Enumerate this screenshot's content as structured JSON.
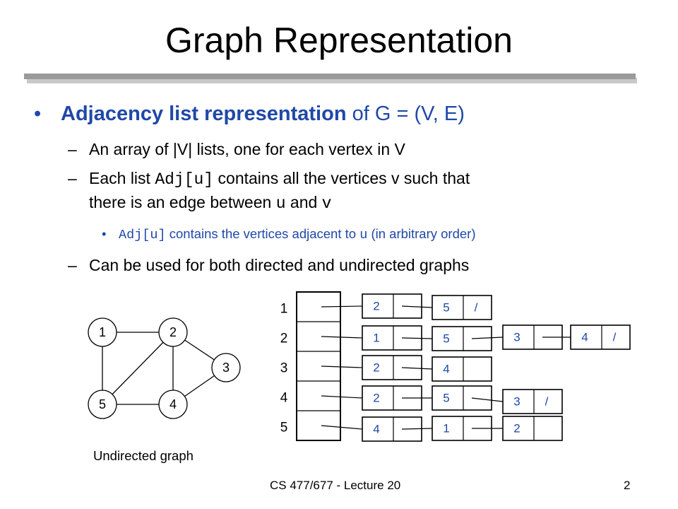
{
  "slide": {
    "title": "Graph Representation",
    "bullet1": {
      "bullet": "•",
      "bold": "Adjacency list representation",
      "rest": " of G = (V, E)"
    },
    "sub1": {
      "dash": "–",
      "part1": "An array of ",
      "bar": "|",
      "v": "V",
      "part2": "lists, one for each vertex in V"
    },
    "sub2": {
      "dash": "–",
      "line1_a": "Each list ",
      "line1_code": "Adj[u]",
      "line1_b": " contains all the vertices v such that",
      "line2_a": "there is an edge between ",
      "line2_u": "u",
      "line2_b": " and ",
      "line2_v": "v"
    },
    "sub3": {
      "dot": "•",
      "code": "Adj[u]",
      "a": " contains the vertices adjacent to ",
      "u": "u",
      "b": " (in arbitrary order)"
    },
    "sub4": {
      "dash": "–",
      "text": "Can be used for both directed and undirected graphs"
    },
    "graph_caption": "Undirected graph",
    "footer_left": "CS 477/677 - Lecture 20",
    "footer_right": "2"
  },
  "graph": {
    "nodes": [
      {
        "id": "1",
        "label": "1"
      },
      {
        "id": "2",
        "label": "2"
      },
      {
        "id": "3",
        "label": "3"
      },
      {
        "id": "4",
        "label": "4"
      },
      {
        "id": "5",
        "label": "5"
      }
    ],
    "edges": [
      [
        "1",
        "2"
      ],
      [
        "1",
        "5"
      ],
      [
        "2",
        "5"
      ],
      [
        "2",
        "4"
      ],
      [
        "2",
        "3"
      ],
      [
        "3",
        "4"
      ],
      [
        "4",
        "5"
      ]
    ]
  },
  "adjacency": {
    "index_labels": [
      "1",
      "2",
      "3",
      "4",
      "5"
    ],
    "lists": [
      [
        "2",
        "5"
      ],
      [
        "1",
        "5",
        "3",
        "4"
      ],
      [
        "2",
        "4"
      ],
      [
        "2",
        "5",
        "3"
      ],
      [
        "4",
        "1",
        "2"
      ]
    ],
    "terminator": "/"
  }
}
